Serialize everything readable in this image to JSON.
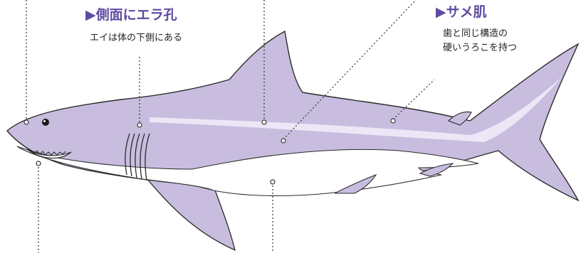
{
  "labels": {
    "gills": {
      "title": "▶側面にエラ孔",
      "lines": [
        "エイは体の下側にある"
      ]
    },
    "skin": {
      "title": "▶サメ肌",
      "lines": [
        "歯と同じ構造の",
        "硬いうろこを持つ"
      ]
    }
  },
  "colors": {
    "body": "#c8bddf",
    "belly": "#ffffff",
    "outline": "#2b2b2b",
    "accent": "#5e4aa0",
    "stripe": "#ece7f6",
    "pointer": "#333333"
  }
}
